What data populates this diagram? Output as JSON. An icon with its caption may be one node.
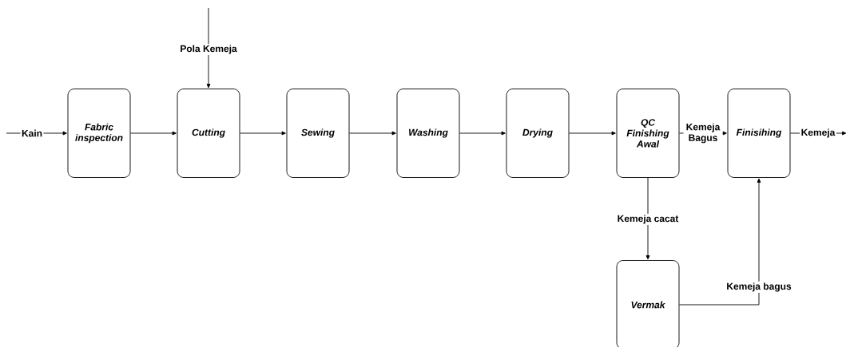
{
  "diagram": {
    "nodes": [
      {
        "text": [
          "Fabric inspection"
        ]
      },
      {
        "text": [
          "Cutting"
        ]
      },
      {
        "text": [
          "Sewing"
        ]
      },
      {
        "text": [
          "Washing"
        ]
      },
      {
        "text": [
          "Drying"
        ]
      },
      {
        "text": [
          "QC Finishing Awal"
        ]
      },
      {
        "text": [
          "Finisihing"
        ]
      },
      {
        "text": [
          "Vermak"
        ]
      }
    ],
    "edges": [
      {
        "from": null,
        "to": 0,
        "arrow": "to",
        "label": "Kain"
      },
      {
        "from": null,
        "to": 1,
        "arrow": "to",
        "label": "Pola Kemeja"
      },
      {
        "from": 0,
        "to": 1,
        "arrow": "to"
      },
      {
        "from": 1,
        "to": 2,
        "arrow": "to"
      },
      {
        "from": 2,
        "to": 3,
        "arrow": "to"
      },
      {
        "from": 3,
        "to": 4,
        "arrow": "to"
      },
      {
        "from": 4,
        "to": 5,
        "arrow": "to"
      },
      {
        "from": 5,
        "to": 6,
        "arrow": "to",
        "label": "Kemeja Bagus"
      },
      {
        "from": 6,
        "to": null,
        "arrow": "to",
        "label": "Kemeja"
      },
      {
        "from": 5,
        "to": 7,
        "arrow": "to",
        "label": "Kemeja cacat"
      },
      {
        "from": 7,
        "to": 6,
        "arrow": "to",
        "label": "Kemeja bagus"
      }
    ]
  }
}
